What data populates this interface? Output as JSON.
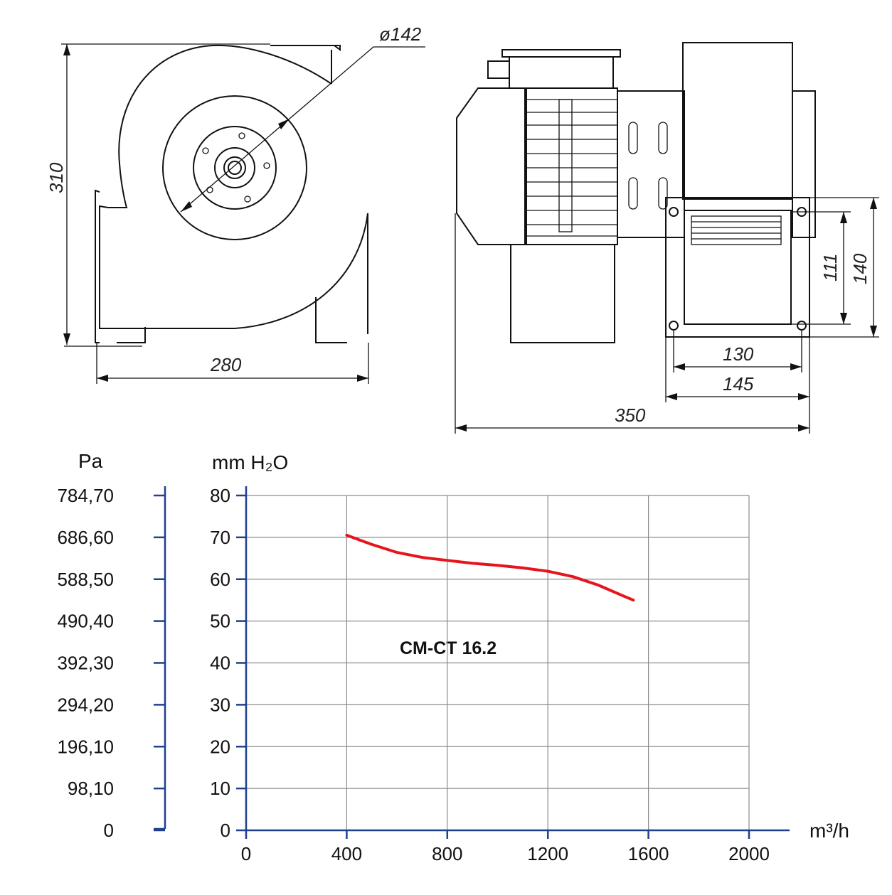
{
  "drawing": {
    "dimensions": {
      "diameter": "ø142",
      "height_total": "310",
      "width_front": "280",
      "outlet_inner_h": "111",
      "outlet_outer_h": "140",
      "outlet_inner_w": "130",
      "outlet_outer_w": "145",
      "length_total": "350"
    }
  },
  "chart_data": {
    "type": "line",
    "title": "",
    "annotation": "CM-CT 16.2",
    "xlabel_unit": "m³/h",
    "ylabel_unit": "mm H₂O",
    "secondary_ylabel_unit": "Pa",
    "xlim": [
      0,
      2000
    ],
    "ylim": [
      0,
      80
    ],
    "x_ticks": [
      "0",
      "400",
      "800",
      "1200",
      "1600",
      "2000"
    ],
    "y_ticks": [
      "0",
      "10",
      "20",
      "30",
      "40",
      "50",
      "60",
      "70",
      "80"
    ],
    "pa_ticks": [
      "0",
      "98,10",
      "196,10",
      "294,20",
      "392,30",
      "490,40",
      "588,50",
      "686,60",
      "784,70"
    ],
    "grid": true,
    "series": [
      {
        "name": "CM-CT 16.2",
        "color": "#e8141b",
        "x": [
          400,
          500,
          600,
          700,
          800,
          900,
          1000,
          1100,
          1200,
          1300,
          1400,
          1500,
          1540
        ],
        "y": [
          70.5,
          68.3,
          66.4,
          65.2,
          64.5,
          63.8,
          63.3,
          62.7,
          61.9,
          60.6,
          58.6,
          56.0,
          55.0
        ]
      }
    ],
    "colors": {
      "axis": "#1f3f8f",
      "grid": "#8c8c8c",
      "curve": "#e8141b"
    }
  }
}
